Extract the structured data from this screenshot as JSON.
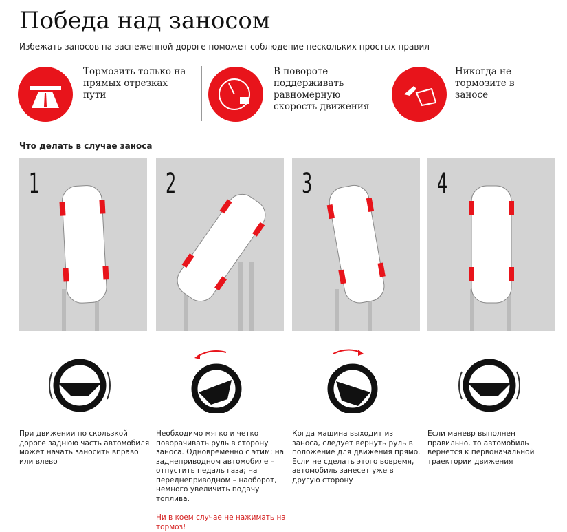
{
  "header": {
    "title": "Победа над заносом",
    "subtitle": "Избежать заносов на заснеженной дороге поможет соблюдение нескольких простых правил"
  },
  "rules": [
    {
      "icon": "road-icon",
      "text": "Тормозить только на прямых отрезках пути"
    },
    {
      "icon": "speedometer-icon",
      "text": "В повороте поддерживать равномерную скорость движения"
    },
    {
      "icon": "brake-pedal-icon",
      "text": "Никогда не тормозите в заносе"
    }
  ],
  "section_title": "Что делать в случае заноса",
  "steps": [
    {
      "number": "1",
      "text": "При движении по скользкой дороге заднюю часть автомобиля может начать заносить вправо или влево",
      "warning": null
    },
    {
      "number": "2",
      "text": "Необходимо мягко и четко поворачивать руль в сторону заноса. Одновременно с этим: на заднеприводном автомобиле – отпустить педаль газа; на переднеприводном – наоборот, немного увеличить подачу топлива.",
      "warning": "Ни в коем случае не нажимать на тормоз!"
    },
    {
      "number": "3",
      "text": "Когда машина выходит из заноса, следует вернуть руль в положение для движения прямо. Если не сделать этого вовремя, автомобиль занесет уже в другую сторону",
      "warning": null
    },
    {
      "number": "4",
      "text": "Если маневр выполнен правильно, то автомобиль вернется к первоначальной траектории движения",
      "warning": null
    }
  ],
  "colors": {
    "accent": "#e8141b",
    "panel": "#d3d3d3",
    "warning": "#d42020"
  }
}
